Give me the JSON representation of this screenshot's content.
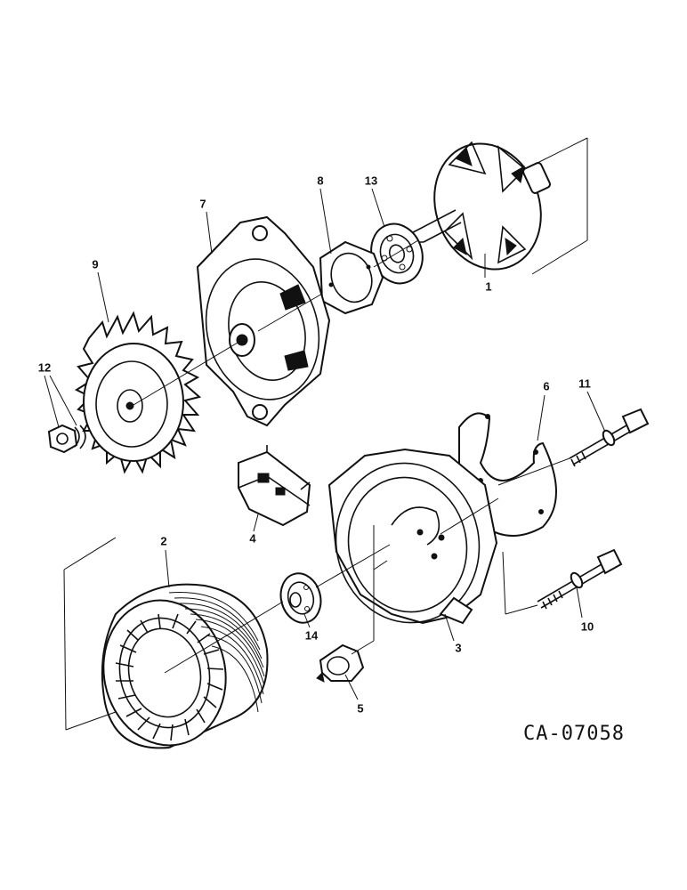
{
  "callouts": {
    "c1": "1",
    "c2": "2",
    "c3": "3",
    "c4": "4",
    "c5": "5",
    "c6": "6",
    "c7": "7",
    "c8": "8",
    "c9": "9",
    "c10": "10",
    "c11": "11",
    "c12": "12",
    "c13": "13",
    "c14": "14"
  },
  "figure_id": "CA-07058"
}
